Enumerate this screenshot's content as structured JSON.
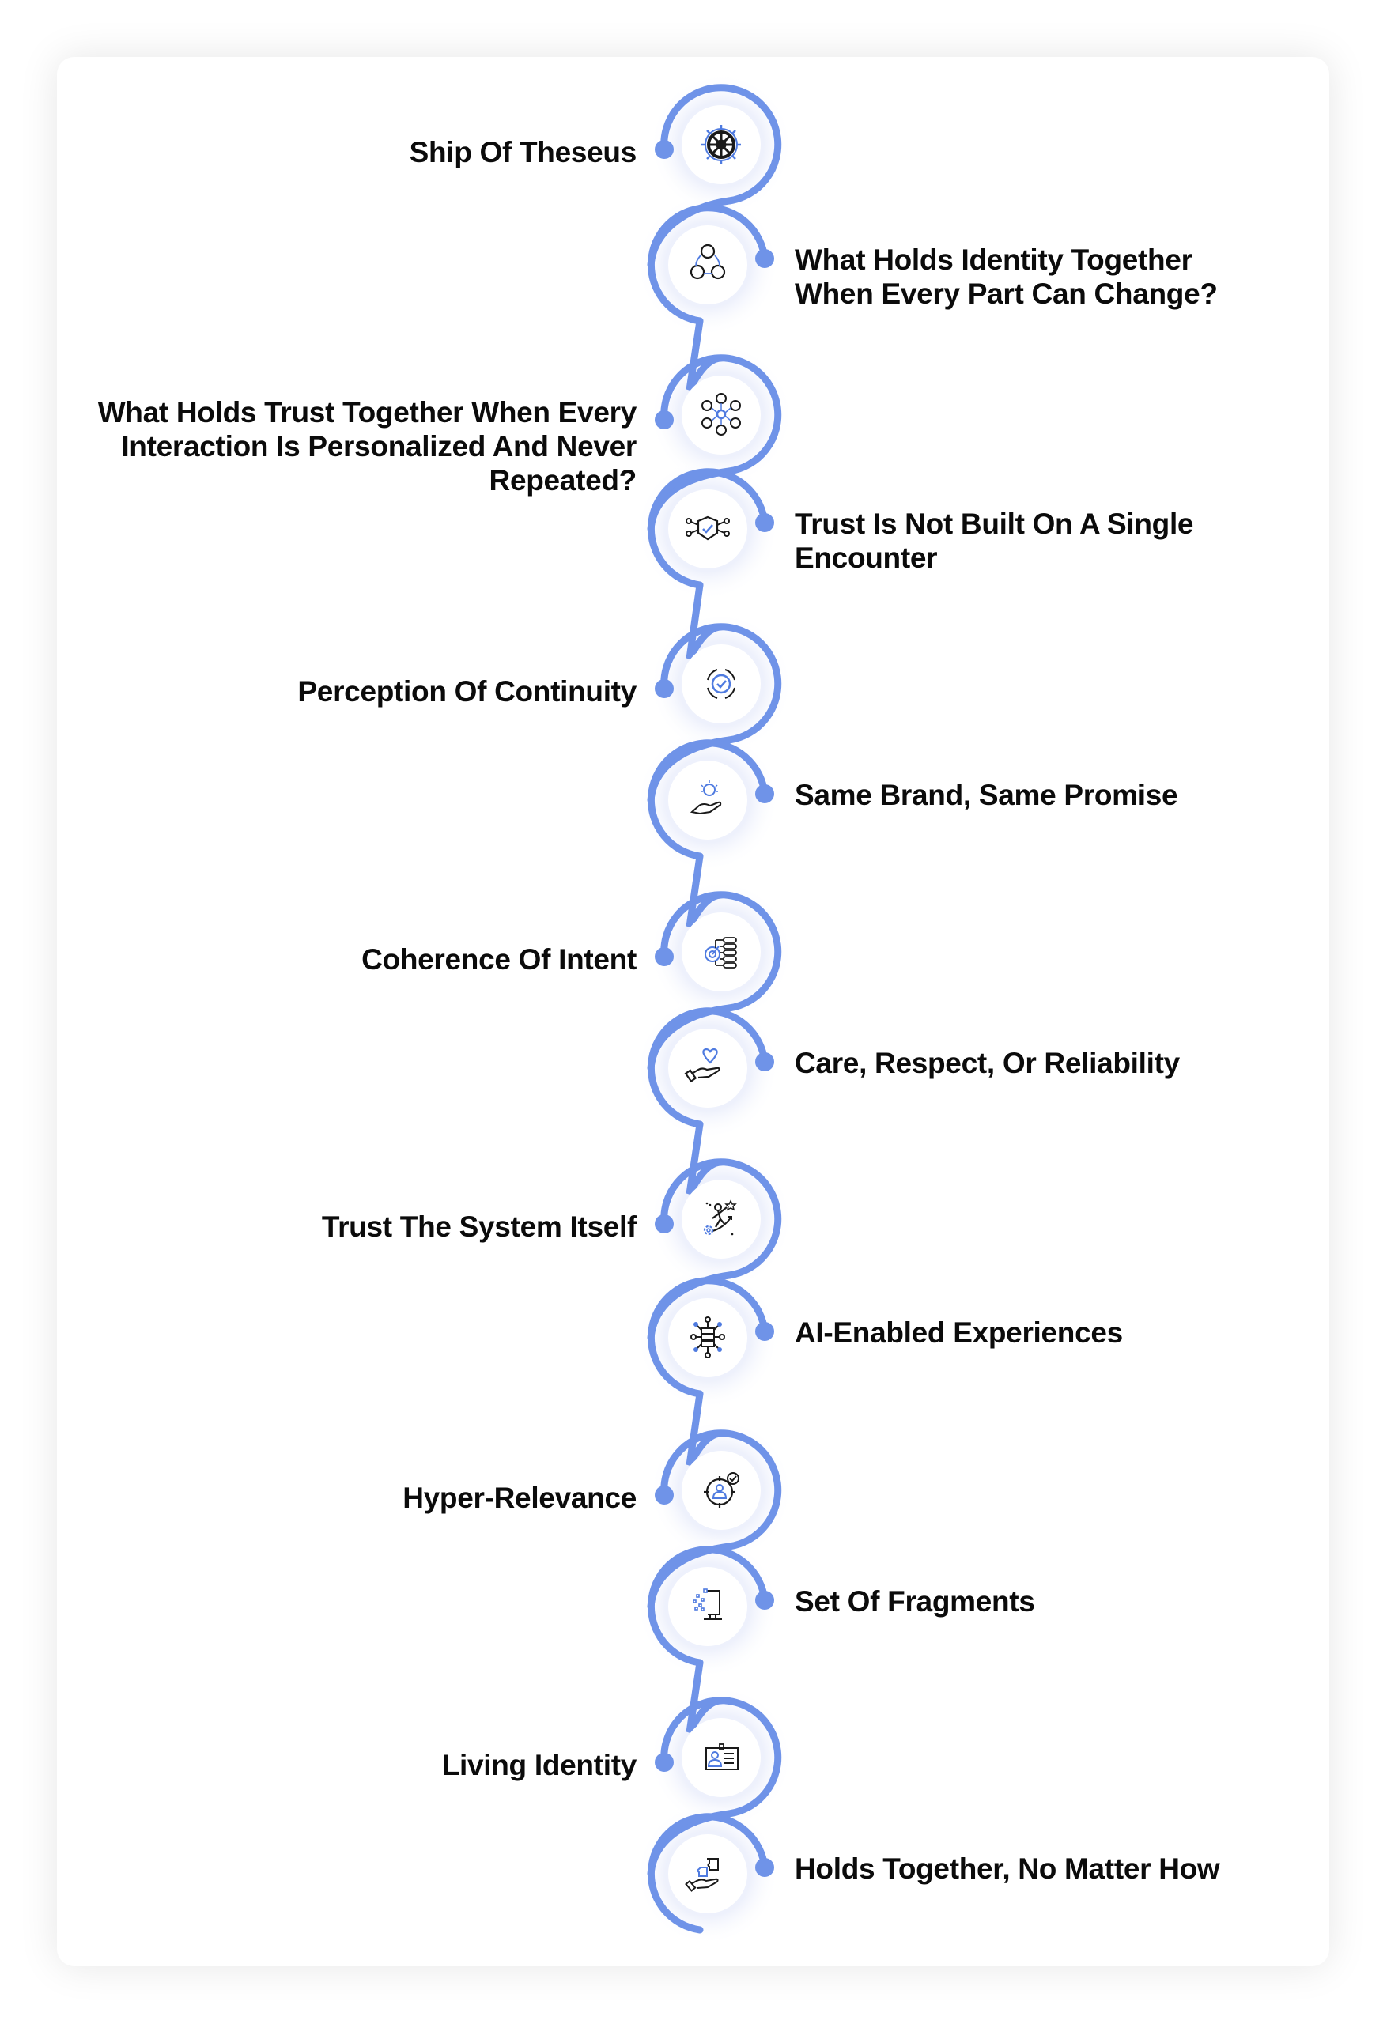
{
  "diagram": {
    "type": "vertical-wavy-timeline",
    "accent_color": "#6F93E8",
    "text_color": "#0b0b0b",
    "steps": [
      {
        "label": "Ship Of Theseus",
        "side": "left",
        "icon": "ship-wheel-icon"
      },
      {
        "label": "What Holds Identity Together When Every Part Can Change?",
        "side": "right",
        "icon": "connected-people-icon"
      },
      {
        "label": "What Holds Trust Together When Every Interaction Is Personalized And Never Repeated?",
        "side": "left",
        "icon": "people-network-icon"
      },
      {
        "label": "Trust Is Not Built On A Single Encounter",
        "side": "right",
        "icon": "shield-network-icon"
      },
      {
        "label": "Perception Of Continuity",
        "side": "left",
        "icon": "cycle-check-icon"
      },
      {
        "label": "Same Brand, Same Promise",
        "side": "right",
        "icon": "hand-star-icon"
      },
      {
        "label": "Coherence Of Intent",
        "side": "left",
        "icon": "target-list-icon"
      },
      {
        "label": "Care, Respect, Or Reliability",
        "side": "right",
        "icon": "hand-heart-icon"
      },
      {
        "label": "Trust The System Itself",
        "side": "left",
        "icon": "person-climb-icon"
      },
      {
        "label": "AI-Enabled Experiences",
        "side": "right",
        "icon": "server-network-icon"
      },
      {
        "label": "Hyper-Relevance",
        "side": "left",
        "icon": "user-target-icon"
      },
      {
        "label": "Set Of Fragments",
        "side": "right",
        "icon": "monitor-fragments-icon"
      },
      {
        "label": "Living Identity",
        "side": "left",
        "icon": "id-card-icon"
      },
      {
        "label": "Holds Together, No Matter How",
        "side": "right",
        "icon": "hand-puzzle-icon"
      }
    ]
  }
}
